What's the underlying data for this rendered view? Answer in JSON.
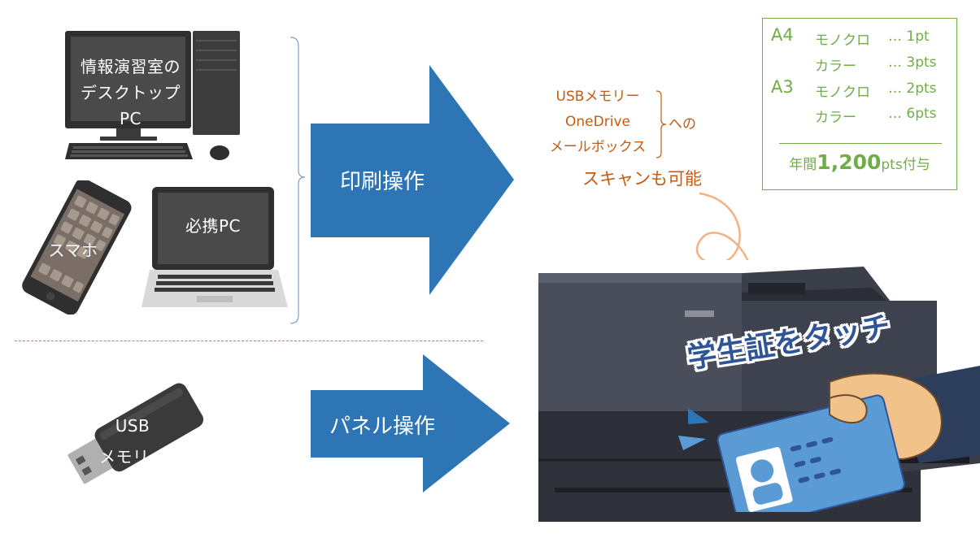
{
  "devices": {
    "desktop_label_line1": "情報演習室の",
    "desktop_label_line2": "デスクトップPC",
    "phone_label": "スマホ",
    "laptop_label": "必携PC",
    "usb_label_line1": "USB",
    "usb_label_line2": "メモリー"
  },
  "arrows": {
    "print": "印刷操作",
    "panel": "パネル操作"
  },
  "scan": {
    "targets": [
      "USBメモリー",
      "OneDrive",
      "メールボックス"
    ],
    "to": "への",
    "caption": "スキャンも可能"
  },
  "pricing": {
    "rows": [
      {
        "size": "A4",
        "mode": "モノクロ",
        "pts": "… 1pt"
      },
      {
        "size": "",
        "mode": "カラー",
        "pts": "… 3pts"
      },
      {
        "size": "A3",
        "mode": "モノクロ",
        "pts": "… 2pts"
      },
      {
        "size": "",
        "mode": "カラー",
        "pts": "… 6pts"
      }
    ],
    "annual_prefix": "年間",
    "annual_value": "1,200",
    "annual_suffix": "pts付与"
  },
  "touch_label": "学生証をタッチ",
  "colors": {
    "arrow_blue": "#2e75b6",
    "accent_orange": "#c55a11",
    "price_green": "#70ad47",
    "touch_blue": "#2f5597"
  }
}
